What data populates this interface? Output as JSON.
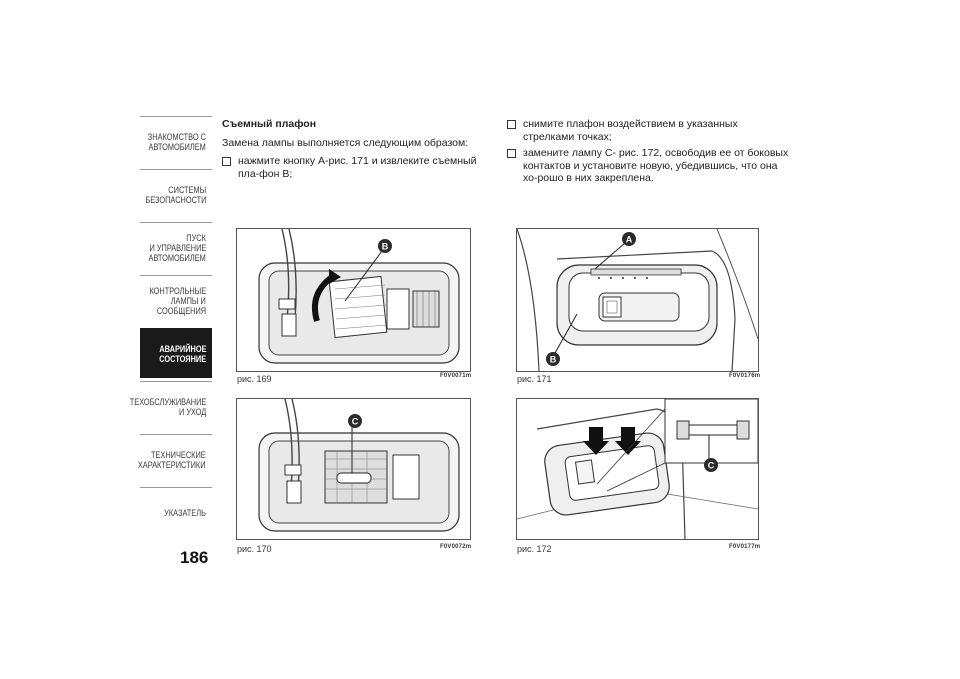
{
  "sidebar": {
    "tabs": [
      {
        "lines": [
          "ЗНАКОМСТВО С",
          "АВТОМОБИЛЕМ"
        ],
        "active": false
      },
      {
        "lines": [
          "СИСТЕМЫ",
          "БЕЗОПАСНОСТИ"
        ],
        "active": false
      },
      {
        "lines": [
          "ПУСК",
          "И УПРАВЛЕНИЕ",
          "АВТОМОБИЛЕМ"
        ],
        "active": false
      },
      {
        "lines": [
          "КОНТРОЛЬНЫЕ",
          "ЛАМПЫ И",
          "СООБЩЕНИЯ"
        ],
        "active": false
      },
      {
        "lines": [
          "АВАРИЙНОЕ",
          "СОСТОЯНИЕ"
        ],
        "active": true
      },
      {
        "lines": [
          "ТЕХОБСЛУЖИВАНИЕ",
          "И УХОД"
        ],
        "active": false
      },
      {
        "lines": [
          "ТЕХНИЧЕСКИЕ",
          "ХАРАКТЕРИСТИКИ"
        ],
        "active": false
      },
      {
        "lines": [
          "УКАЗАТЕЛЬ"
        ],
        "active": false
      }
    ]
  },
  "page_number": "186",
  "left_column": {
    "heading": "Съемный плафон",
    "intro": "Замена лампы выполняется следующим образом:",
    "bullets": [
      "нажмите кнопку А-рис. 171 и извлеките съемный пла-фон В;"
    ]
  },
  "right_column": {
    "bullets": [
      "снимите плафон воздействием в указанных стрелками точках;",
      "замените лампу С- рис. 172, освободив ее от боковых контактов и установите новую, убедившись, что она хо-рошо в них закреплена."
    ]
  },
  "figures": {
    "fig169": {
      "label": "рис. 169",
      "code": "F0V0071m",
      "callouts": [
        "B"
      ]
    },
    "fig170": {
      "label": "рис. 170",
      "code": "F0V0072m",
      "callouts": [
        "C"
      ]
    },
    "fig171": {
      "label": "рис. 171",
      "code": "F0V0176m",
      "callouts": [
        "A",
        "B"
      ]
    },
    "fig172": {
      "label": "рис. 172",
      "code": "F0V0177m",
      "callouts": [
        "C"
      ]
    }
  },
  "colors": {
    "active_tab": "#1a1a1a",
    "text": "#222222",
    "callout": "#2b2b2b"
  }
}
